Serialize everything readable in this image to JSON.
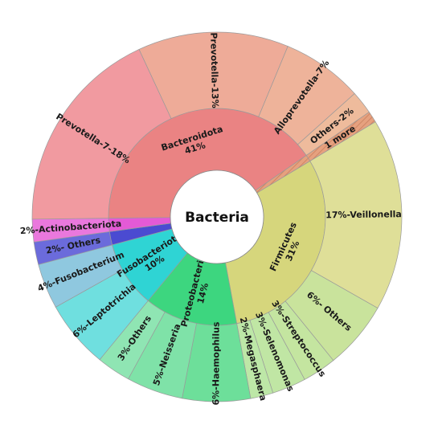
{
  "chart_data": {
    "type": "sunburst",
    "root": "Bacteria",
    "inner_ring": [
      {
        "label": "Firmicutes\n31%",
        "value": 31,
        "color": "#d6d67c"
      },
      {
        "label": "Proteobacteria\n14%",
        "value": 14,
        "color": "#3dd67f"
      },
      {
        "label": "Fusobacteriota\n10%",
        "value": 10,
        "color": "#2fd4d4"
      },
      {
        "label": "",
        "value": 2,
        "color": "#4b4bd1"
      },
      {
        "label": "",
        "value": 2,
        "color": "#e45ad6"
      },
      {
        "label": "Bacteroidota\n41%",
        "value": 41,
        "color": "#ea8383"
      },
      {
        "label": "",
        "value": 1,
        "color": "#e2a27c",
        "hatched": true
      }
    ],
    "outer_ring": [
      {
        "label": "17%-Veillonella",
        "value": 17,
        "parent": 0,
        "color": "#dfdf98"
      },
      {
        "label": "6%- Others",
        "value": 6,
        "parent": 0,
        "color": "#c9e39c"
      },
      {
        "label": "3%-Streptococcus",
        "value": 3,
        "parent": 0,
        "color": "#c4e5a0"
      },
      {
        "label": "3%-Selenomonas",
        "value": 3,
        "parent": 0,
        "color": "#c0e6a4"
      },
      {
        "label": "2%-Megasphaera",
        "value": 2,
        "parent": 0,
        "color": "#bde7a7"
      },
      {
        "label": "6%-Haemophilus",
        "value": 6,
        "parent": 1,
        "color": "#6ddf9a"
      },
      {
        "label": "5%-Neisseria",
        "value": 5,
        "parent": 1,
        "color": "#7fe2a8"
      },
      {
        "label": "3%-Others",
        "value": 3,
        "parent": 1,
        "color": "#8fe5b3"
      },
      {
        "label": "6%-Leptotrichia",
        "value": 6,
        "parent": 2,
        "color": "#6fdfdf"
      },
      {
        "label": "4%-Fusobacterium",
        "value": 4,
        "parent": 2,
        "color": "#8fc8df"
      },
      {
        "label": "2%- Others",
        "value": 2,
        "parent": 3,
        "color": "#6b6bdb"
      },
      {
        "label": "2%-Actinobacteriota",
        "value": 2,
        "parent": 4,
        "color": "#ea78dd"
      },
      {
        "label": "Prevotella-7-18%",
        "value": 18,
        "parent": 5,
        "color": "#f19aa0"
      },
      {
        "label": "Prevotella-13%",
        "value": 13,
        "parent": 5,
        "color": "#eeab98"
      },
      {
        "label": "Alloprevotella-7%",
        "value": 7,
        "parent": 5,
        "color": "#eeb39a"
      },
      {
        "label": "Others-2%",
        "value": 2,
        "parent": 5,
        "color": "#eebb9c"
      },
      {
        "label": "1 more",
        "value": 1,
        "parent": 6,
        "color": "#e8aa88",
        "hatched": true
      }
    ]
  }
}
